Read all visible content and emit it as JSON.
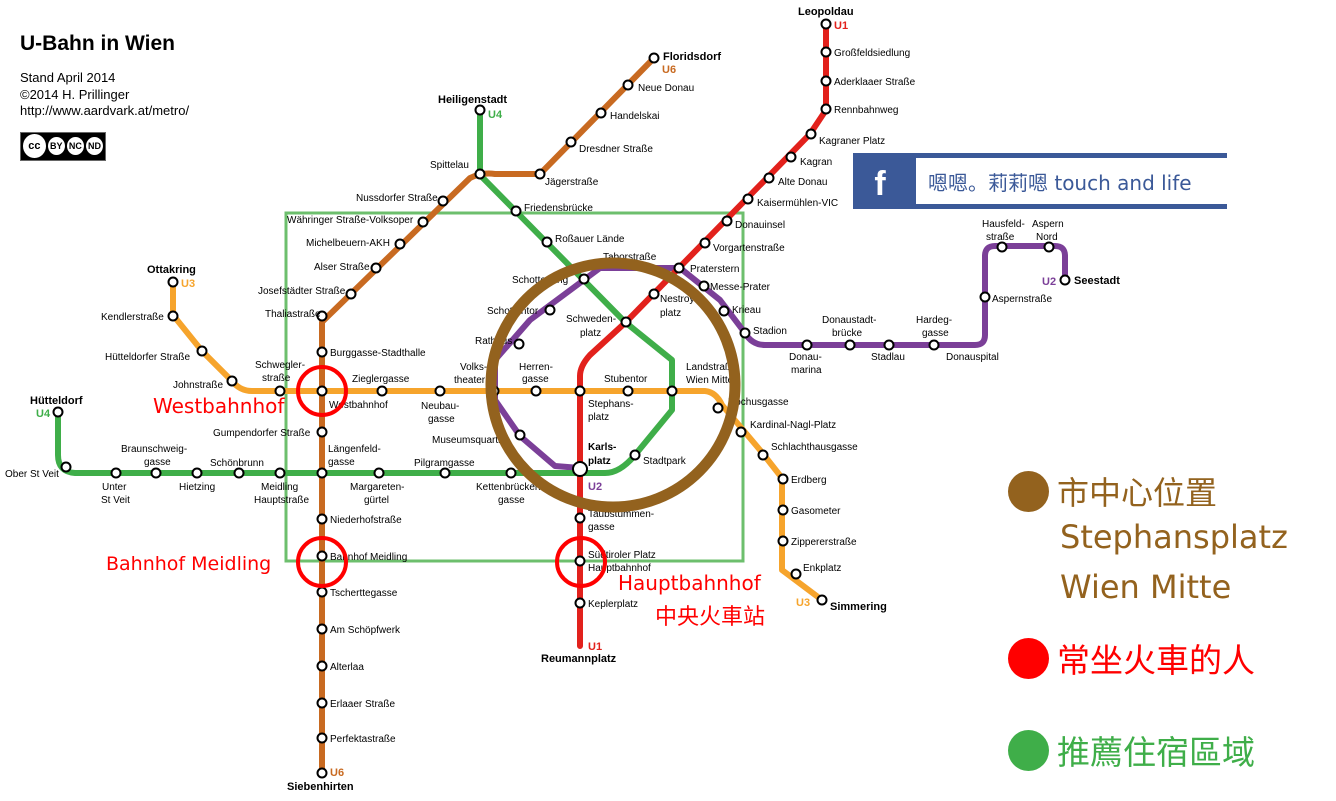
{
  "header": {
    "title": "U-Bahn in Wien",
    "stand": "Stand April 2014",
    "copyright": "©2014 H. Prillinger",
    "url": "http://www.aardvark.at/metro/",
    "license": {
      "cc": "cc",
      "by": "BY",
      "nc": "NC",
      "nd": "ND"
    }
  },
  "facebook": {
    "logo": "f",
    "text": "嗯嗯。莉莉嗯 touch and life"
  },
  "legend": {
    "center": {
      "color": "#93621e",
      "line1": "市中心位置",
      "line2": "Stephansplatz",
      "line3": "Wien Mitte"
    },
    "train": {
      "color": "#ff0000",
      "label": "常坐火車的人"
    },
    "stay": {
      "color": "#3fae49",
      "label": "推薦住宿區域"
    }
  },
  "annotations": {
    "westbahnhof": "Westbahnhof",
    "meidling": "Bahnhof Meidling",
    "hauptbahnhof": "Hauptbahnhof",
    "hauptbahnhof_cn": "中央火車站"
  },
  "colors": {
    "u1": "#e2211c",
    "u2": "#7b3f98",
    "u3": "#f6a42c",
    "u4": "#3fae49",
    "u6": "#c86a21",
    "center": "#93621e",
    "stay_box": "#6dbf6d"
  },
  "lines": {
    "u1": {
      "name": "U1",
      "from": "Leopoldau",
      "to": "Reumannplatz"
    },
    "u2": {
      "name": "U2",
      "from": "Seestadt",
      "to": "Karlsplatz"
    },
    "u3": {
      "name": "U3",
      "from": "Ottakring",
      "to": "Simmering"
    },
    "u4": {
      "name": "U4",
      "from": "Hütteldorf",
      "to": "Heiligenstadt"
    },
    "u6": {
      "name": "U6",
      "from": "Floridsdorf",
      "to": "Siebenhirten"
    }
  },
  "stations": [
    "Leopoldau",
    "Großfeldsiedlung",
    "Aderklaaer Straße",
    "Rennbahnweg",
    "Kagraner Platz",
    "Kagran",
    "Alte Donau",
    "Kaisermühlen-VIC",
    "Donauinsel",
    "Vorgartenstraße",
    "Praterstern",
    "Nestroyplatz",
    "Schwedenplatz",
    "Stephansplatz",
    "Karlsplatz",
    "Taubstummengasse",
    "Südtiroler Platz Hauptbahnhof",
    "Keplerplatz",
    "Reumannplatz",
    "Hausfeldstraße",
    "Aspern Nord",
    "Seestadt",
    "Aspernstraße",
    "Donauspital",
    "Hardeggasse",
    "Stadlau",
    "Donaustadtbrücke",
    "Donaumarina",
    "Stadion",
    "Krieau",
    "Messe-Prater",
    "Taborstraße",
    "Schottenring",
    "Schottentor",
    "Rathaus",
    "Volkstheater",
    "Museumsquartier",
    "Ottakring",
    "Kendlerstraße",
    "Hütteldorfer Straße",
    "Johnstraße",
    "Schweglerstraße",
    "Westbahnhof",
    "Zieglergasse",
    "Neubaugasse",
    "Herrengasse",
    "Stubentor",
    "Landstraße Wien Mitte",
    "Rochusgasse",
    "Kardinal-Nagl-Platz",
    "Schlachthausgasse",
    "Erdberg",
    "Gasometer",
    "Zippererstraße",
    "Enkplatz",
    "Simmering",
    "Hütteldorf",
    "Ober St Veit",
    "Unter St Veit",
    "Braunschweiggasse",
    "Hietzing",
    "Schönbrunn",
    "Meidling Hauptstraße",
    "Längenfeldgasse",
    "Margaretengürtel",
    "Pilgramgasse",
    "Kettenbrückengasse",
    "Stadtpark",
    "Roßauer Lände",
    "Friedensbrücke",
    "Spittelau",
    "Heiligenstadt",
    "Floridsdorf",
    "Neue Donau",
    "Handelskai",
    "Dresdner Straße",
    "Jägerstraße",
    "Nussdorfer Straße",
    "Währinger Straße-Volksoper",
    "Michelbeuern-AKH",
    "Alser Straße",
    "Josefstädter Straße",
    "Thaliastraße",
    "Burggasse-Stadthalle",
    "Gumpendorfer Straße",
    "Niederhofstraße",
    "Bahnhof Meidling",
    "Tscherttegasse",
    "Am Schöpfwerk",
    "Alterlaa",
    "Erlaaer Straße",
    "Perfektastraße",
    "Siebenhirten"
  ]
}
